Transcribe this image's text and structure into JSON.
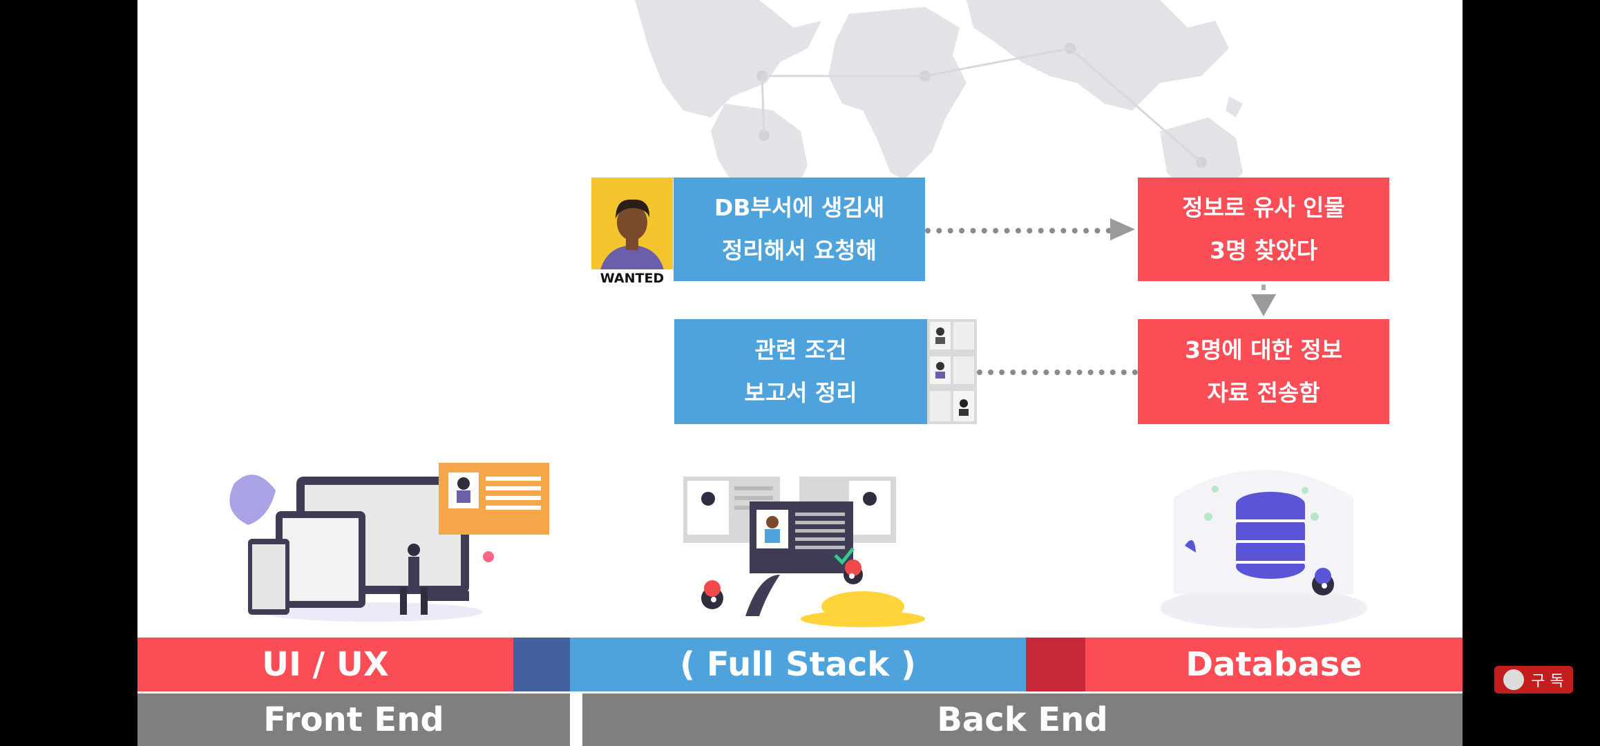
{
  "flow": {
    "wanted_label": "WANTED",
    "request_line1": "DB부서에 생김새",
    "request_line2": "정리해서 요청해",
    "found_line1": "정보로 유사 인물",
    "found_line2": "3명 찾았다",
    "sent_line1": "3명에 대한 정보",
    "sent_line2": "자료 전송함",
    "report_line1": "관련 조건",
    "report_line2": "보고서 정리"
  },
  "bottom": {
    "uiux": "UI / UX",
    "fullstack": "( Full Stack )",
    "database": "Database",
    "frontend": "Front End",
    "backend": "Back End"
  },
  "subscribe_label": "구 독",
  "colors": {
    "red": "#fa4d55",
    "blue": "#4fa3dc",
    "gray": "#7f7f7f",
    "dark_blue": "#44619f",
    "dark_red": "#c6283a"
  }
}
